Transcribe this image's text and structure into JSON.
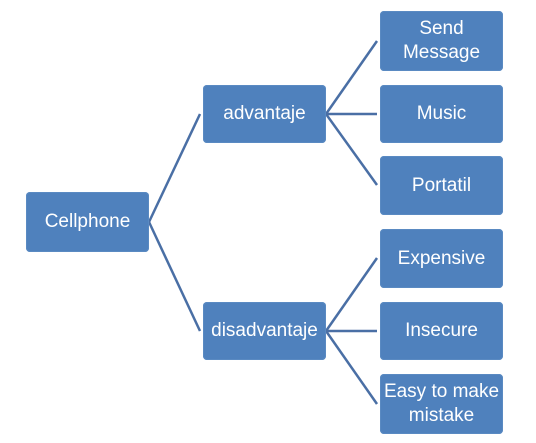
{
  "diagram": {
    "root": {
      "label": "Cellphone"
    },
    "branches": [
      {
        "label": "advantaje",
        "leaves": [
          "Send Message",
          "Music",
          "Portatil"
        ]
      },
      {
        "label": "disadvantaje",
        "leaves": [
          "Expensive",
          "Insecure",
          "Easy to make mistake"
        ]
      }
    ],
    "colors": {
      "node_fill": "#4f81bd",
      "connector": "#4a6fa5",
      "text": "#ffffff"
    }
  }
}
